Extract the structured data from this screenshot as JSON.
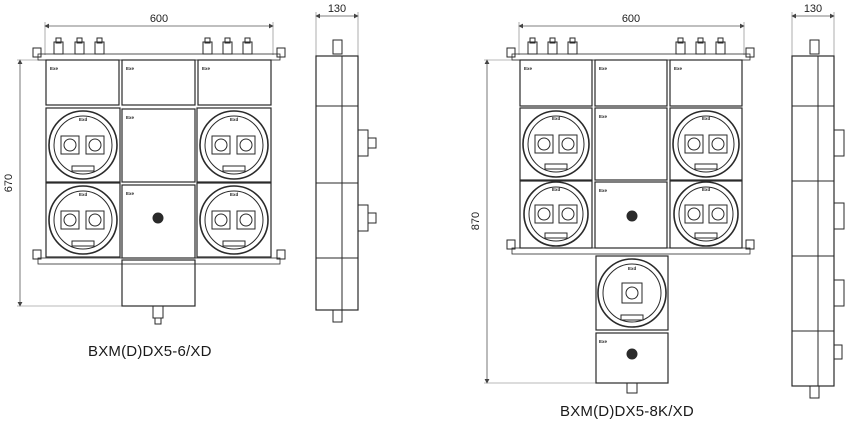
{
  "drawings": [
    {
      "id": "left",
      "caption": "BXM(D)DX5-6/XD",
      "dim_width": "600",
      "dim_height": "670",
      "dim_side": "130",
      "box_labels": [
        "Exe",
        "Exd"
      ]
    },
    {
      "id": "right",
      "caption": "BXM(D)DX5-8K/XD",
      "dim_width": "600",
      "dim_height": "870",
      "dim_side": "130",
      "box_labels": [
        "Exe",
        "Exd"
      ]
    }
  ],
  "colors": {
    "line": "#2a2a2a",
    "dim": "#555555",
    "background": "#ffffff"
  }
}
